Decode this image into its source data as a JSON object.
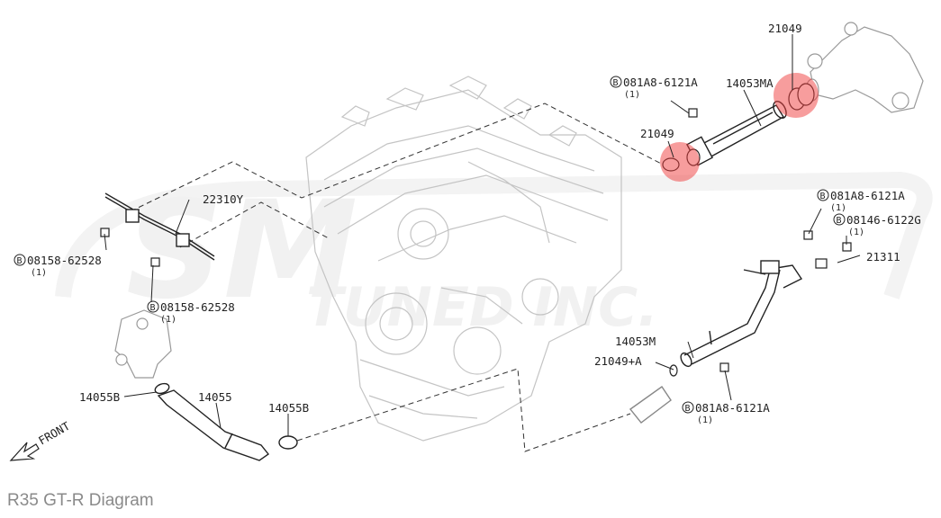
{
  "caption": "R35 GT-R Diagram",
  "watermark": {
    "word1": "SM",
    "word2": "TUNED INC."
  },
  "front_label": "FRONT",
  "bolt_symbol": "B",
  "highlight_color": "#f03c3c",
  "parts": {
    "p21049_top": "21049",
    "p14053MA": "14053MA",
    "p21049_mid": "21049",
    "p22310Y": "22310Y",
    "p21311": "21311",
    "p14053M": "14053M",
    "p21049A": "21049+A",
    "p14055B_left": "14055B",
    "p14055": "14055",
    "p14055B_right": "14055B"
  },
  "bolts": [
    {
      "code": "081A8-6121A",
      "qty": "(1)"
    },
    {
      "code": "081A8-6121A",
      "qty": "(1)"
    },
    {
      "code": "08146-6122G",
      "qty": "(1)"
    },
    {
      "code": "08158-62528",
      "qty": "(1)"
    },
    {
      "code": "08158-62528",
      "qty": "(1)"
    },
    {
      "code": "081A8-6121A",
      "qty": "(1)"
    }
  ]
}
